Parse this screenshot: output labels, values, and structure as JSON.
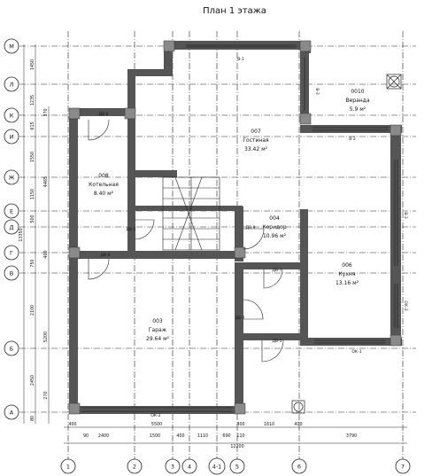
{
  "title": "План 1 этажа",
  "rows": [
    "М",
    "Л",
    "К",
    "И",
    "Ж",
    "Е",
    "Д",
    "Г",
    "В",
    "Б",
    "А"
  ],
  "columns": [
    "1",
    "2",
    "3",
    "4",
    "4-1",
    "5",
    "6",
    "7"
  ],
  "rooms": [
    {
      "num": "0010",
      "name": "Веранда",
      "area": "5.9 м²"
    },
    {
      "num": "007",
      "name": "Гостиная",
      "area": "33.42 м²"
    },
    {
      "num": "008",
      "name": "Котельная",
      "area": "8.40 м²"
    },
    {
      "num": "004",
      "name": "Коридор",
      "area": "10.96 м²"
    },
    {
      "num": "006",
      "name": "Кухня",
      "area": "13.16 м²"
    },
    {
      "num": "003",
      "name": "Гараж",
      "area": "29.64 м²"
    }
  ],
  "tags": [
    "В-1",
    "В-2",
    "В-3",
    "ДВ-6",
    "ДВ-5",
    "ДВ-8",
    "ДВ-9",
    "ДВ-6",
    "ДВ-7",
    "ДВ-7",
    "ДВ-5",
    "ОК-1",
    "ОК-2",
    "ОК-3"
  ],
  "dims_left": [
    "1450",
    "1235",
    "370",
    "615",
    "1550",
    "4465",
    "1150",
    "500",
    "400",
    "13350",
    "750",
    "2100",
    "5200",
    "2450",
    "270",
    "80"
  ],
  "dims_bottom": [
    "400",
    "90",
    "2400",
    "5500",
    "1500",
    "400",
    "1110",
    "690",
    "110",
    "400",
    "1610",
    "400",
    "3790",
    "12200"
  ]
}
